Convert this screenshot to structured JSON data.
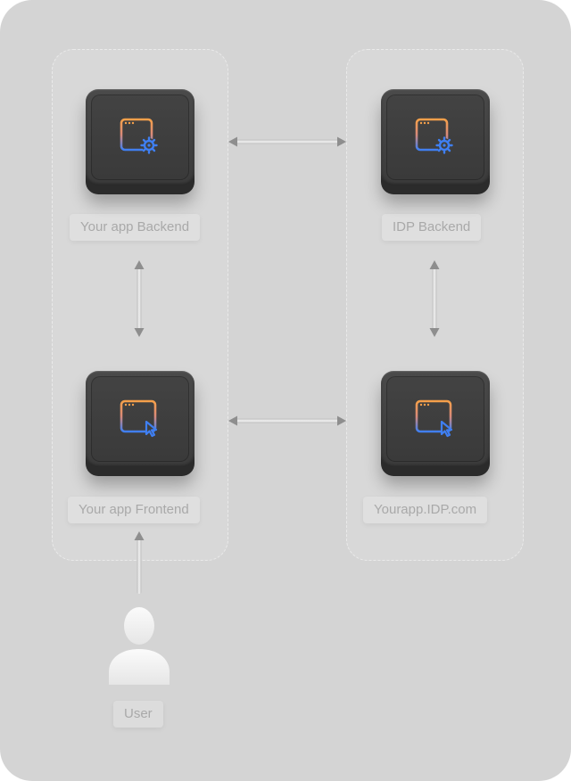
{
  "nodes": [
    {
      "id": "app-backend",
      "label": "Your app Backend",
      "icon": "server-settings-icon"
    },
    {
      "id": "idp-backend",
      "label": "IDP Backend",
      "icon": "server-settings-icon"
    },
    {
      "id": "app-frontend",
      "label": "Your app Frontend",
      "icon": "browser-cursor-icon"
    },
    {
      "id": "idp-frontend",
      "label": "Yourapp.IDP.com",
      "icon": "browser-cursor-icon"
    },
    {
      "id": "user",
      "label": "User",
      "icon": "user-icon"
    }
  ],
  "edges": [
    {
      "from": "app-backend",
      "to": "idp-backend",
      "direction": "both"
    },
    {
      "from": "app-backend",
      "to": "app-frontend",
      "direction": "both"
    },
    {
      "from": "idp-backend",
      "to": "idp-frontend",
      "direction": "both"
    },
    {
      "from": "app-frontend",
      "to": "idp-frontend",
      "direction": "both"
    },
    {
      "from": "user",
      "to": "app-frontend",
      "direction": "forward"
    }
  ],
  "colors": {
    "background": "#d4d4d4",
    "tile": "#3b3b3b",
    "icon_gradient_top": "#f5a04a",
    "icon_gradient_bottom": "#3f7ff2",
    "arrow": "#8e8e8e",
    "label_text": "#a9a9a9"
  }
}
